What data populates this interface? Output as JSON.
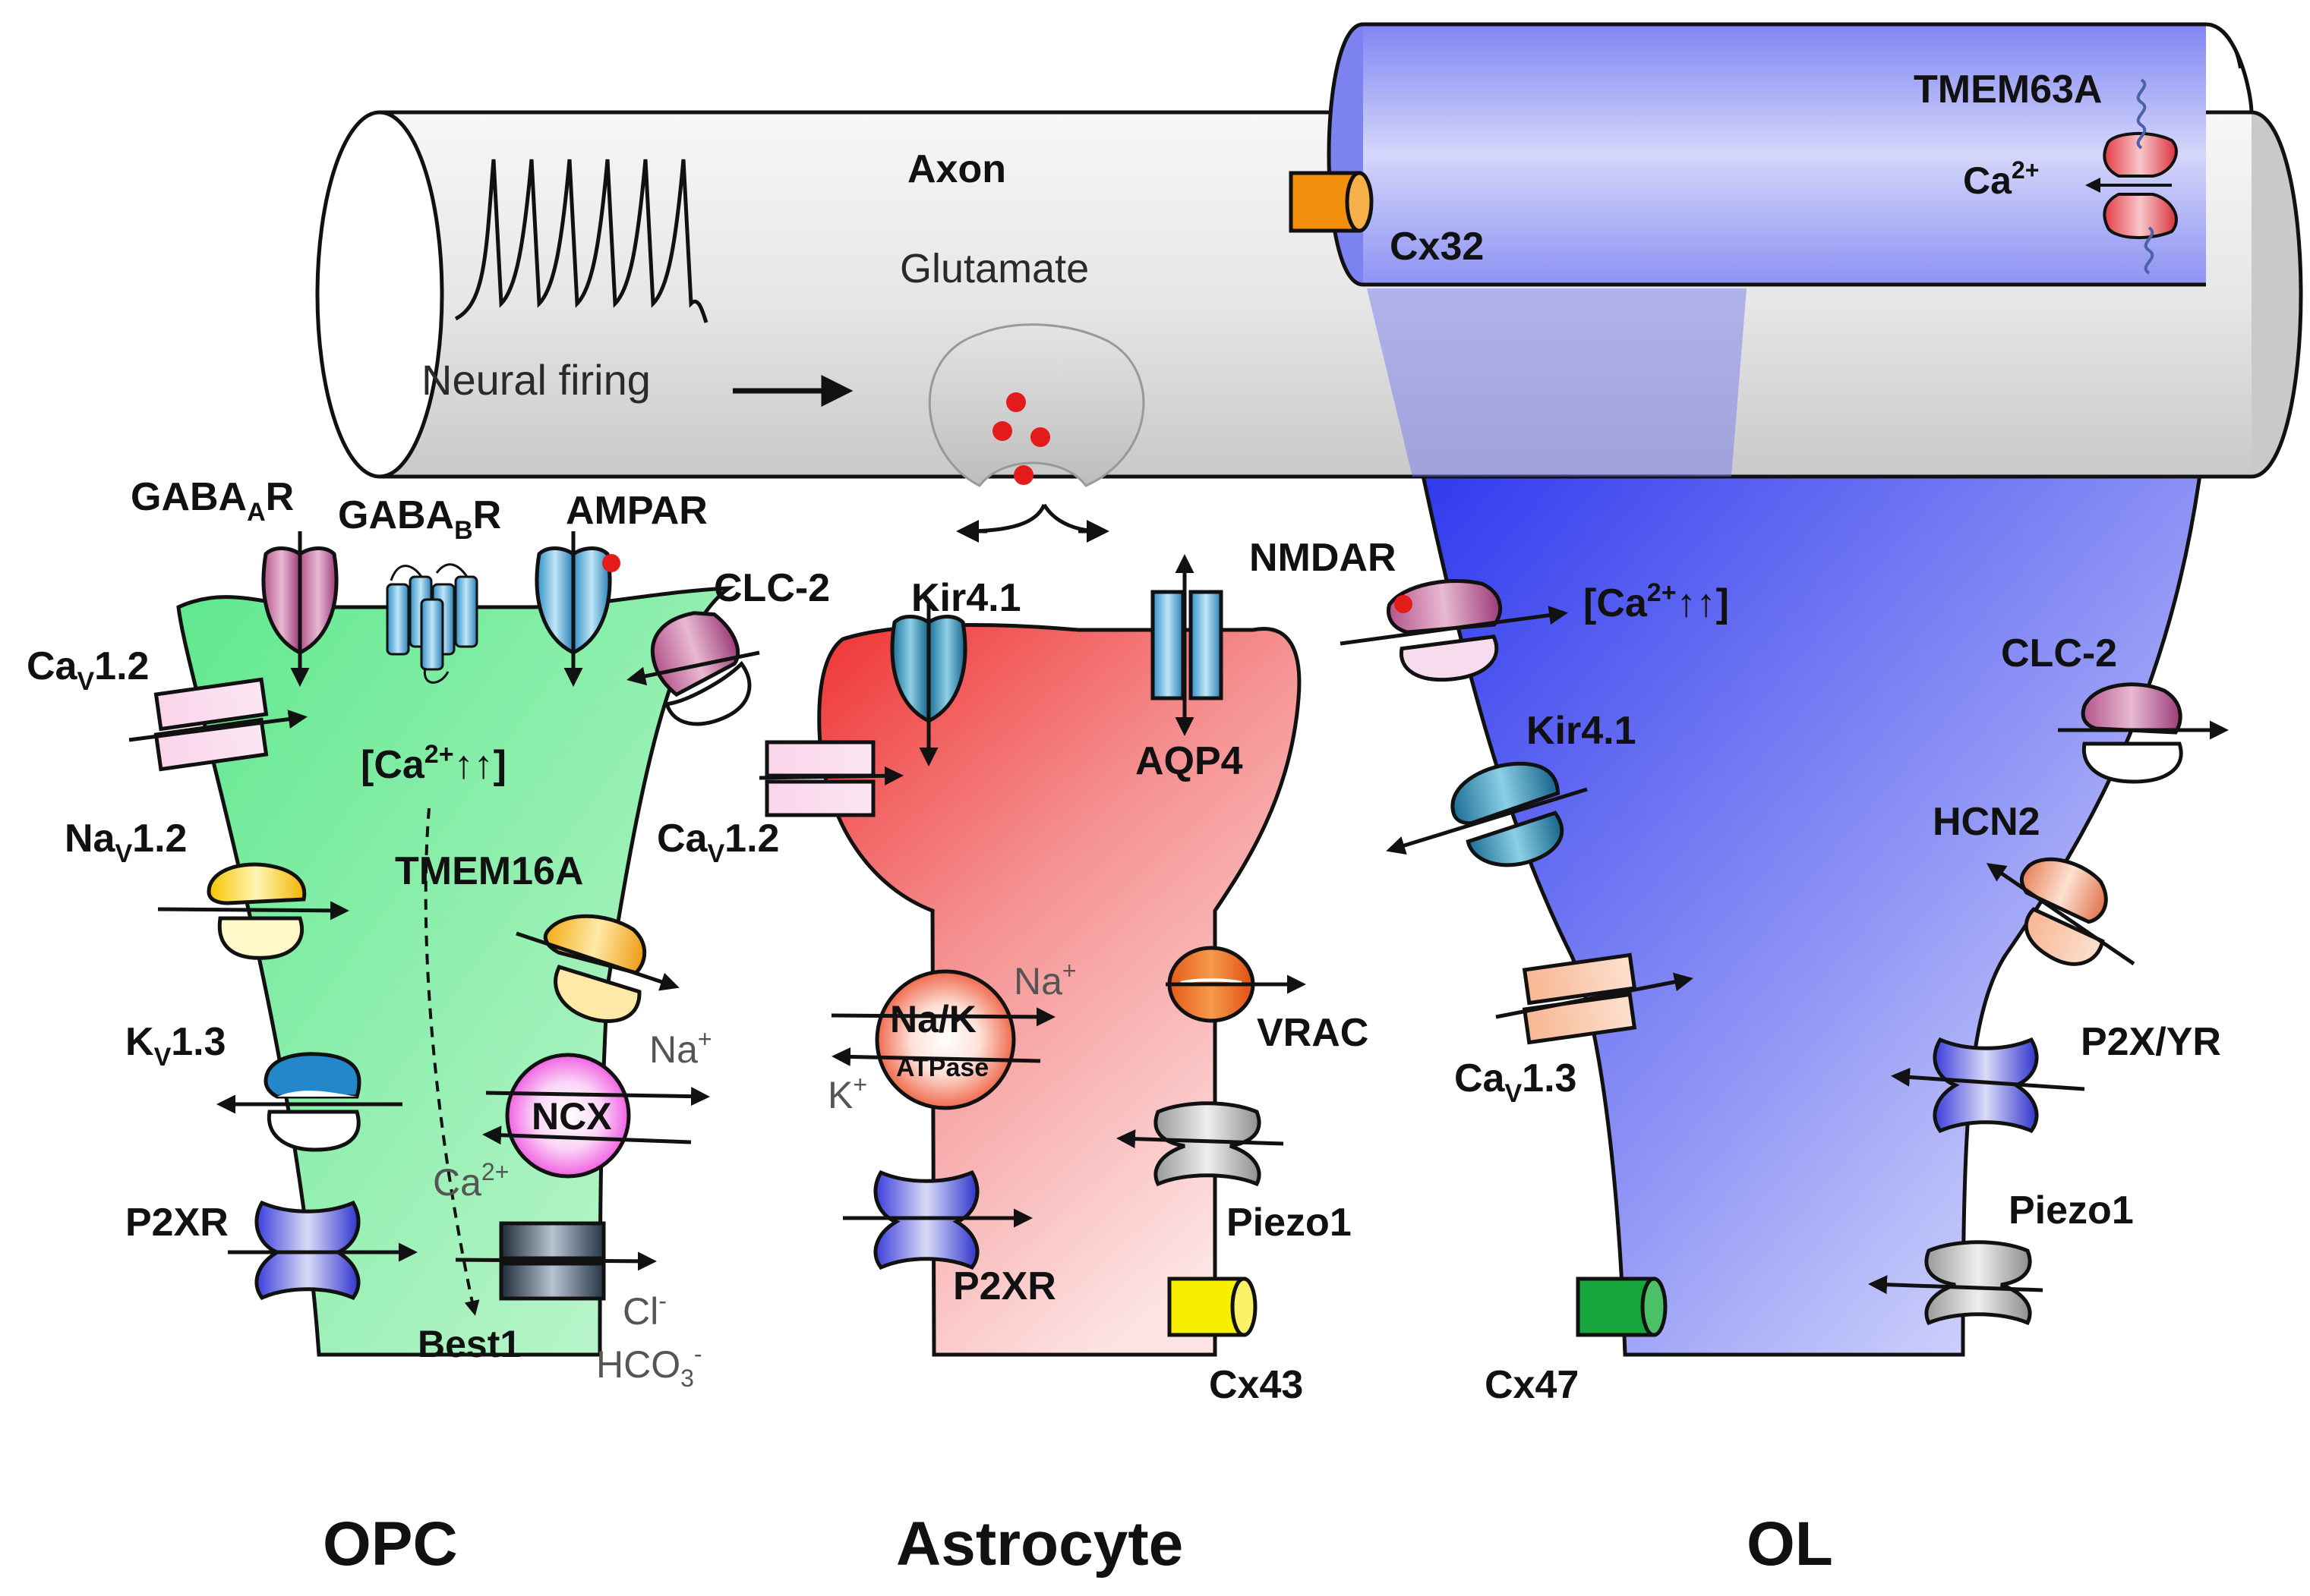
{
  "cells": {
    "opc": "OPC",
    "astrocyte": "Astrocyte",
    "ol": "OL"
  },
  "axon": {
    "label": "Axon",
    "neural_firing": "Neural firing",
    "glutamate": "Glutamate"
  },
  "myelin": {
    "cx32": "Cx32",
    "tmem63a": "TMEM63A",
    "ca_main": "Ca",
    "ca_sup": "2+"
  },
  "opc_labels": {
    "gabaa_main": "GABA",
    "gabaa_sub": "A",
    "gabaa_tail": "R",
    "gabab_main": "GABA",
    "gabab_sub": "B",
    "gabab_tail": "R",
    "ampar": "AMPAR",
    "clc2": "CLC-2",
    "cav12_main": "Ca",
    "cav12_sub": "V",
    "cav12_tail": "1.2",
    "ca_rise_open": "[Ca",
    "ca_rise_sup": "2+",
    "ca_rise_close": "↑↑]",
    "nav12_main": "Na",
    "nav12_sub": "V",
    "nav12_tail": "1.2",
    "tmem16a": "TMEM16A",
    "kv13_main": "K",
    "kv13_sub": "V",
    "kv13_tail": "1.3",
    "ncx": "NCX",
    "na_ion": "Na",
    "na_sup": "+",
    "ca_ion": "Ca",
    "ca_sup": "2+",
    "p2xr": "P2XR",
    "best1": "Best1",
    "cl_ion": "Cl",
    "cl_sup": "-",
    "hco3_main": "HCO",
    "hco3_sub": "3",
    "hco3_sup": "-"
  },
  "astro_labels": {
    "kir41": "Kir4.1",
    "aqp4": "AQP4",
    "cav12_main": "Ca",
    "cav12_sub": "V",
    "cav12_tail": "1.2",
    "nak": "Na/K",
    "atpase": "ATPase",
    "na_ion": "Na",
    "na_sup": "+",
    "k_ion": "K",
    "k_sup": "+",
    "vrac": "VRAC",
    "piezo1": "Piezo1",
    "p2xr": "P2XR",
    "cx43": "Cx43"
  },
  "ol_labels": {
    "nmdar": "NMDAR",
    "ca_rise_open": "[Ca",
    "ca_rise_sup": "2+",
    "ca_rise_close": "↑↑]",
    "kir41": "Kir4.1",
    "clc2": "CLC-2",
    "hcn2": "HCN2",
    "cav13_main": "Ca",
    "cav13_sub": "V",
    "cav13_tail": "1.3",
    "p2xyr": "P2X/YR",
    "piezo1": "Piezo1",
    "cx47": "Cx47"
  },
  "colors": {
    "opc_fill": "#74ec9d",
    "astro_fill": "#f04848",
    "ol_fill": "#3a46ef",
    "myelin_fill": "#8c91f3",
    "axon_fill": "#ebebeb",
    "cx32": "#f2900e",
    "cx43": "#f6ef00",
    "cx47": "#17a63b",
    "glutamate": "#e31b1b"
  }
}
